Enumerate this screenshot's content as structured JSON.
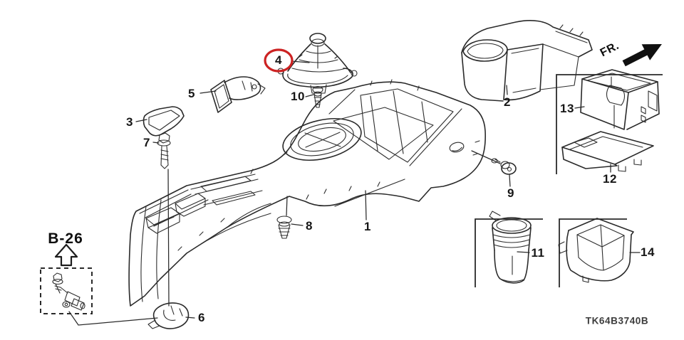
{
  "diagram": {
    "code": "TK64B3740B",
    "direction_label": "FR.",
    "reference_label": "B-26",
    "background_color": "#ffffff",
    "line_color": "#2a2a2a",
    "highlight_color": "#cc2222",
    "highlighted_callout": "4"
  },
  "callouts": {
    "c1": {
      "label": "1"
    },
    "c2": {
      "label": "2"
    },
    "c3": {
      "label": "3"
    },
    "c4": {
      "label": "4"
    },
    "c5": {
      "label": "5"
    },
    "c6": {
      "label": "6"
    },
    "c7": {
      "label": "7"
    },
    "c8": {
      "label": "8"
    },
    "c9": {
      "label": "9"
    },
    "c10": {
      "label": "10"
    },
    "c11": {
      "label": "11"
    },
    "c12": {
      "label": "12"
    },
    "c13": {
      "label": "13"
    },
    "c14": {
      "label": "14"
    }
  }
}
